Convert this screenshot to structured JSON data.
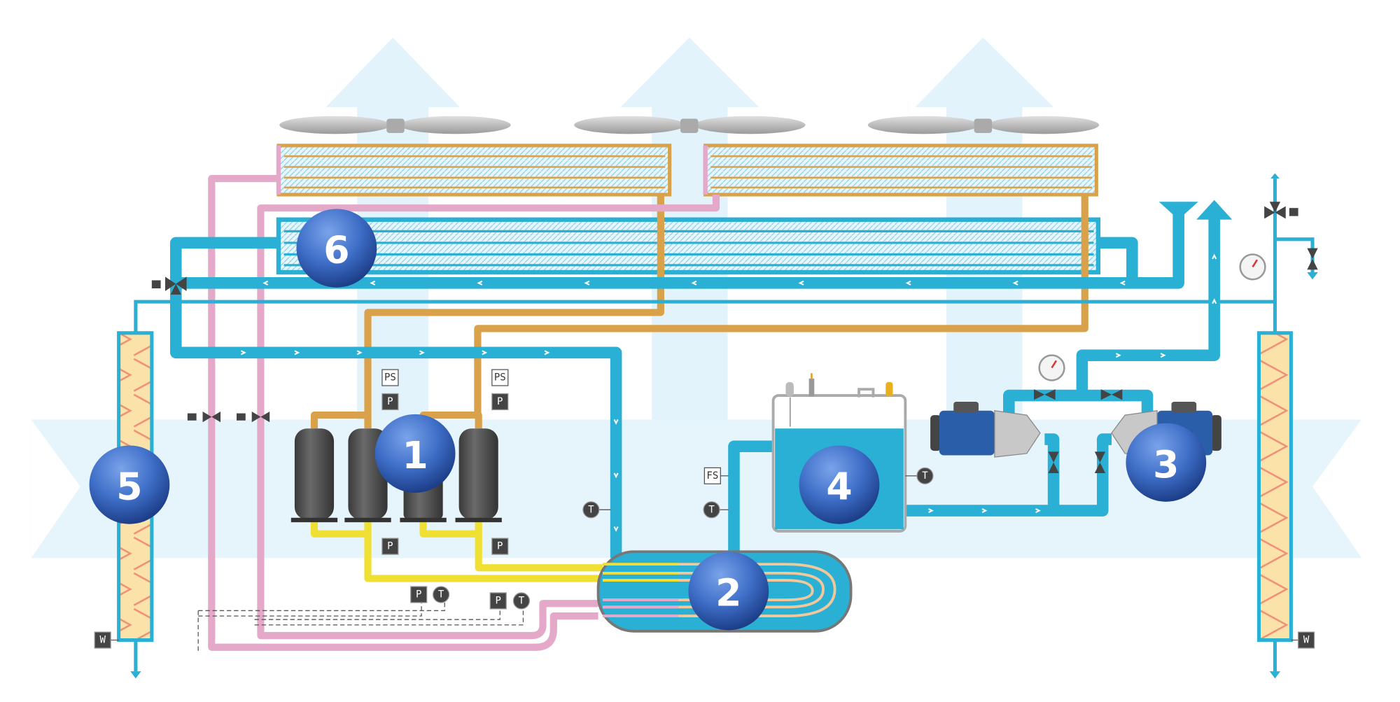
{
  "diagram": {
    "components": [
      {
        "number": "1",
        "name": "compressors"
      },
      {
        "number": "2",
        "name": "evaporator"
      },
      {
        "number": "3",
        "name": "pumps"
      },
      {
        "number": "4",
        "name": "tank"
      },
      {
        "number": "5",
        "name": "cooling-column"
      },
      {
        "number": "6",
        "name": "dry-cooler"
      }
    ],
    "instruments": {
      "pressure_switch": "PS",
      "pressure": "P",
      "temperature": "T",
      "flow_switch": "FS",
      "water": "W"
    },
    "colors": {
      "water": "#2ab0d4",
      "hot_gas": "#d9a24a",
      "liquid_refrigerant": "#e4a9c9",
      "suction": "#f0e034",
      "badge": "#3f6fc8",
      "airflow": "#e3f3fb"
    },
    "icons": [
      "fan-icon",
      "valve-icon",
      "three-way-valve-icon",
      "pressure-gauge-icon",
      "pump-icon",
      "compressor-icon"
    ]
  }
}
